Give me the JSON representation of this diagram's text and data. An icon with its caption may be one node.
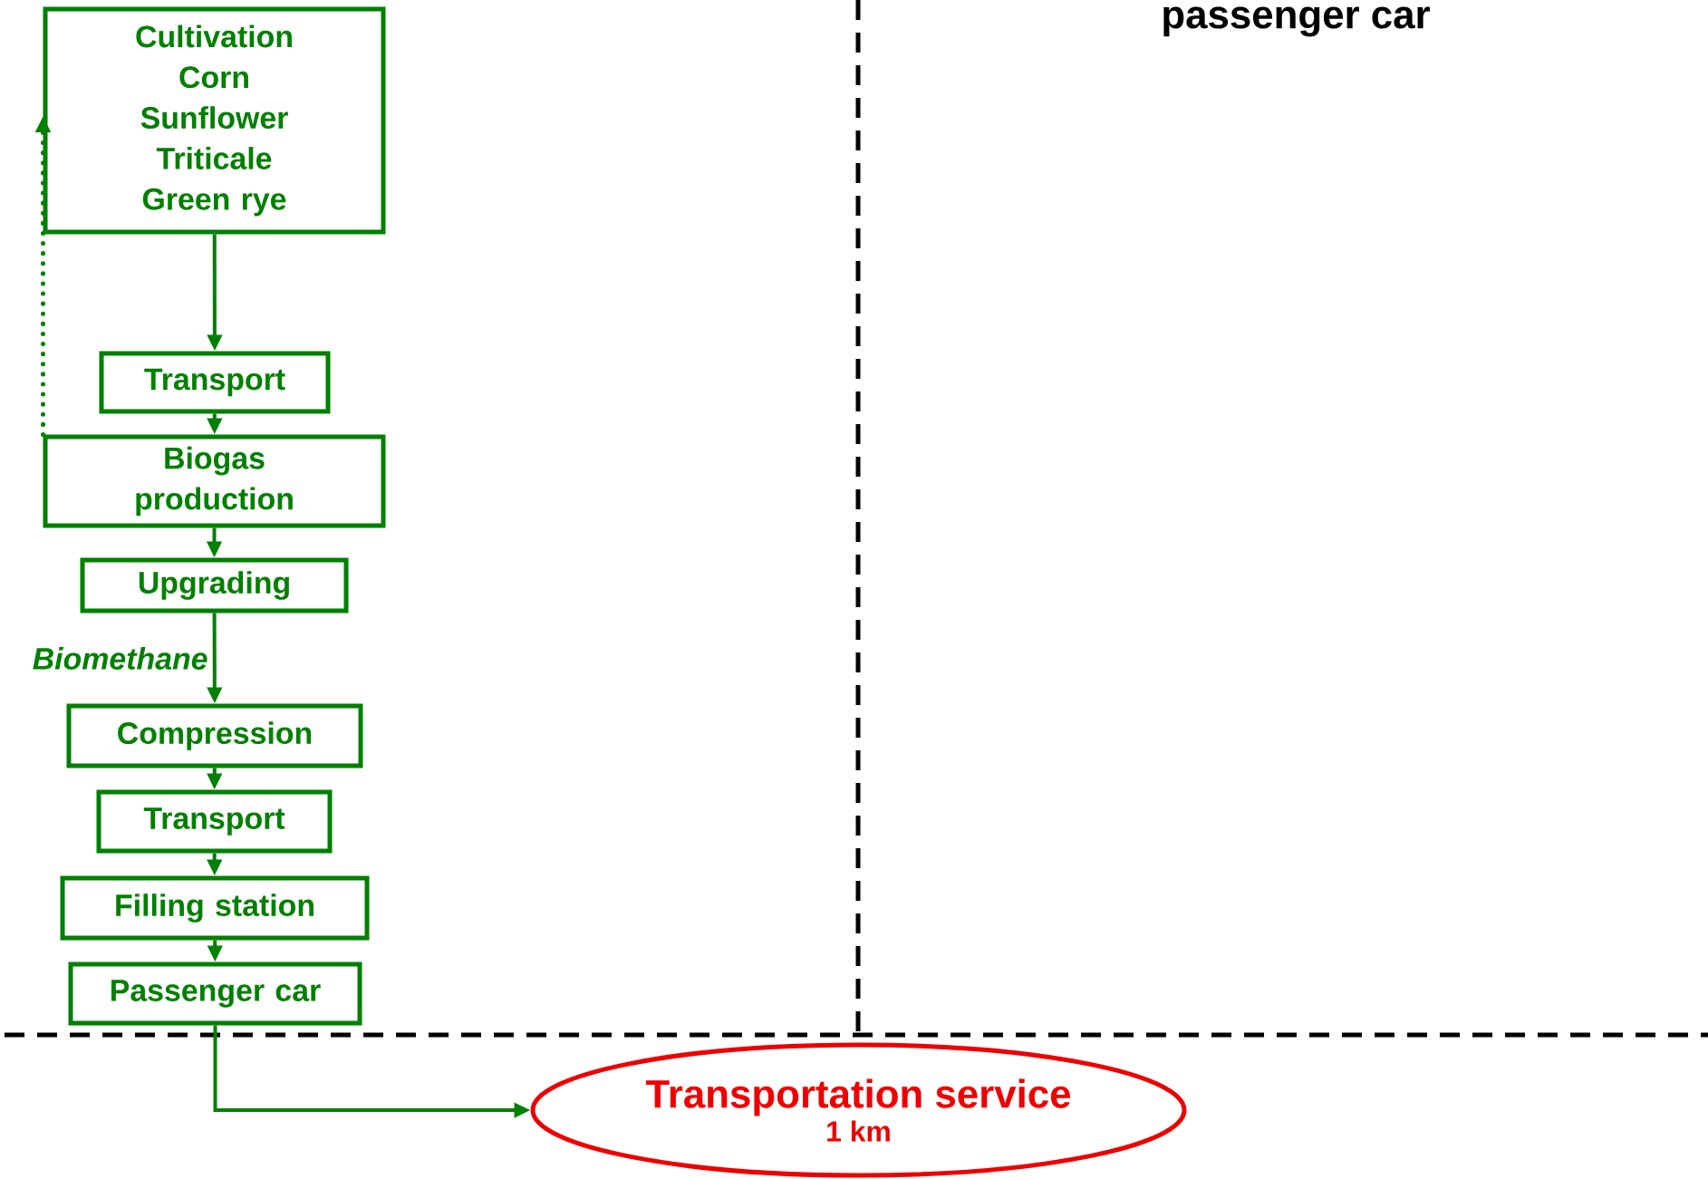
{
  "diagram": {
    "nodes": [
      {
        "text": [
          "Cultivation Corn Sunflower Triticale Green rye"
        ]
      },
      {
        "text": [
          "Transport"
        ]
      },
      {
        "text": [
          "Biogas production"
        ]
      },
      {
        "text": [
          "Upgrading"
        ]
      },
      {
        "text": [
          "Compression"
        ]
      },
      {
        "text": [
          "Transport"
        ]
      },
      {
        "text": [
          "Filling station"
        ]
      },
      {
        "text": [
          "Passenger car"
        ]
      },
      {
        "text": [
          "Transportation service",
          "1 km"
        ]
      }
    ],
    "edges": [
      {
        "from": 0,
        "to": 1,
        "arrow": "to"
      },
      {
        "from": 1,
        "to": 2,
        "arrow": "to"
      },
      {
        "from": 2,
        "to": 3,
        "arrow": "to"
      },
      {
        "from": 3,
        "to": 4,
        "arrow": "to",
        "label": "Biomethane"
      },
      {
        "from": 4,
        "to": 5,
        "arrow": "to"
      },
      {
        "from": 5,
        "to": 6,
        "arrow": "to"
      },
      {
        "from": 6,
        "to": 7,
        "arrow": "to"
      },
      {
        "from": 2,
        "to": 0,
        "arrow": "to",
        "style": "dashed"
      },
      {
        "from": 7,
        "to": 8,
        "arrow": "to"
      }
    ],
    "labels": [
      "passenger car"
    ]
  }
}
